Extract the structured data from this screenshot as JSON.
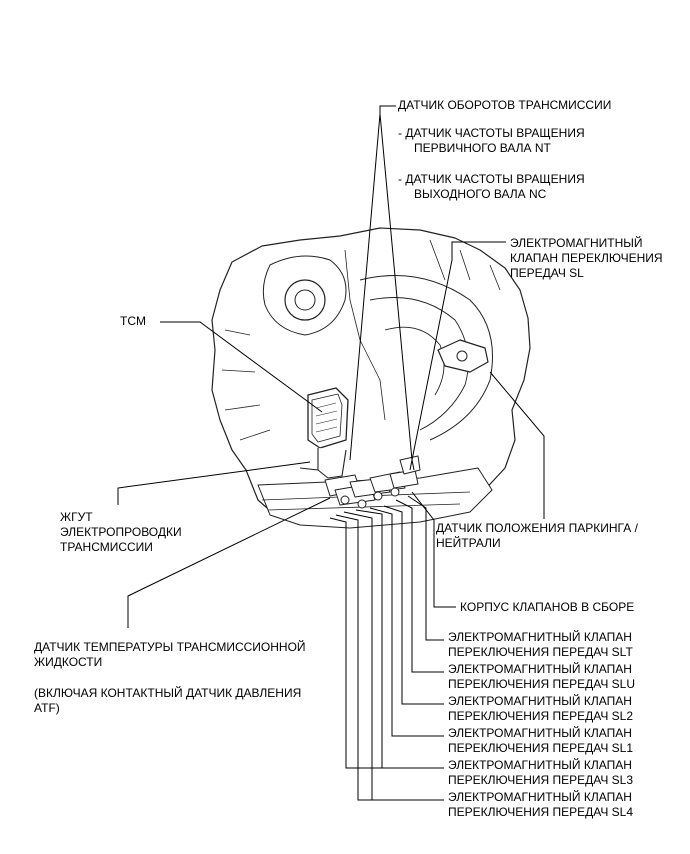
{
  "labels": {
    "trans_speed_sensor": "ДАТЧИК ОБОРОТОВ ТРАНСМИССИИ",
    "sub_nt": [
      "-  ДАТЧИК ЧАСТОТЫ ВРАЩЕНИЯ",
      "ПЕРВИЧНОГО ВАЛА NT"
    ],
    "sub_nc": [
      "-  ДАТЧИК ЧАСТОТЫ ВРАЩЕНИЯ",
      "ВЫХОДНОГО ВАЛА NC"
    ],
    "sl": [
      "ЭЛЕКТРОМАГНИТНЫЙ",
      "КЛАПАН ПЕРЕКЛЮЧЕНИЯ",
      "ПЕРЕДАЧ SL"
    ],
    "tcm": "TCM",
    "harness": [
      "ЖГУТ",
      "ЭЛЕКТРОПРОВОДКИ",
      "ТРАНСМИССИИ"
    ],
    "park_neutral": [
      "ДАТЧИК ПОЛОЖЕНИЯ ПАРКИНГА /",
      "НЕЙТРАЛИ"
    ],
    "valve_body": "КОРПУС КЛАПАНОВ В СБОРЕ",
    "fluid_temp": [
      "ДАТЧИК ТЕМПЕРАТУРЫ ТРАНСМИССИОННОЙ",
      "ЖИДКОСТИ"
    ],
    "fluid_temp_note": [
      "(ВКЛЮЧАЯ КОНТАКТНЫЙ ДАТЧИК ДАВЛЕНИЯ",
      "ATF)"
    ],
    "solenoids": [
      [
        "ЭЛЕКТРОМАГНИТНЫЙ КЛАПАН",
        "ПЕРЕКЛЮЧЕНИЯ ПЕРЕДАЧ SLT"
      ],
      [
        "ЭЛЕКТРОМАГНИТНЫЙ КЛАПАН",
        "ПЕРЕКЛЮЧЕНИЯ ПЕРЕДАЧ SLU"
      ],
      [
        "ЭЛЕКТРОМАГНИТНЫЙ КЛАПАН",
        "ПЕРЕКЛЮЧЕНИЯ ПЕРЕДАЧ SL2"
      ],
      [
        "ЭЛЕКТРОМАГНИТНЫЙ КЛАПАН",
        "ПЕРЕКЛЮЧЕНИЯ ПЕРЕДАЧ SL1"
      ],
      [
        "ЭЛЕКТРОМАГНИТНЫЙ КЛАПАН",
        "ПЕРЕКЛЮЧЕНИЯ ПЕРЕДАЧ SL3"
      ],
      [
        "ЭЛЕКТРОМАГНИТНЫЙ КЛАПАН",
        "ПЕРЕКЛЮЧЕНИЯ ПЕРЕДАЧ SL4"
      ]
    ]
  }
}
